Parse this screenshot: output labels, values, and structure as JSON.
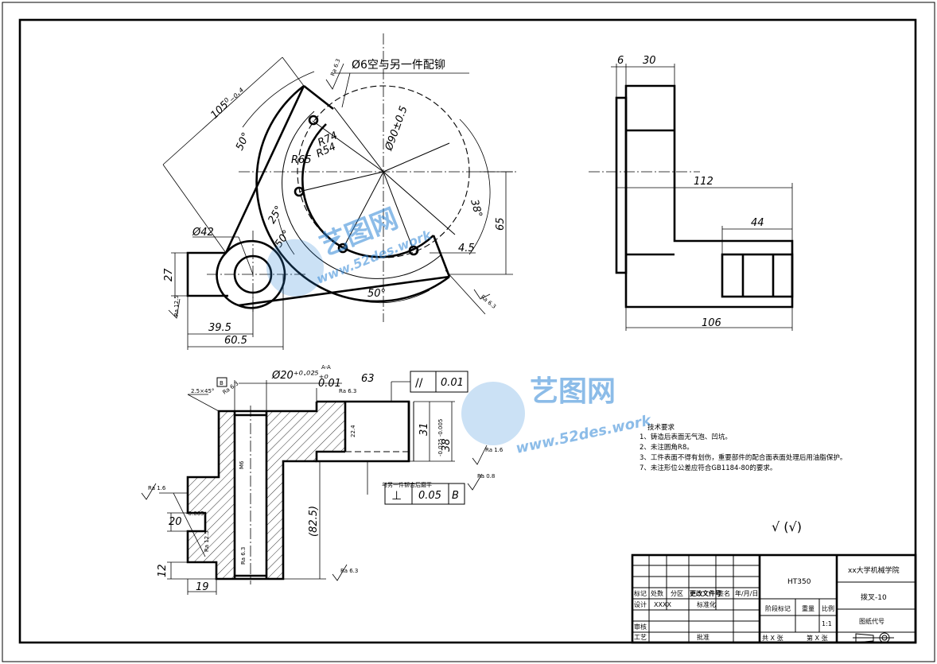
{
  "views": {
    "front": {
      "dims": {
        "d105": "105⁰₋₀.₄",
        "a50top": "50°",
        "r74": "R74",
        "r54": "R54",
        "r65": "R65",
        "phi90": "Ø90±0.5",
        "a38": "38°",
        "d65": "65",
        "phi42": "Ø42",
        "d27": "27",
        "a25": "25°",
        "a50mid": "50°",
        "a50bot": "50°",
        "d4_5": "4.5",
        "d39_5": "39.5",
        "d60_5": "60.5"
      },
      "note_pin": "Ø6空与另一件配铆",
      "ra": {
        "r1": "Ra 6.3",
        "r2": "Ra 12.5",
        "r3": "Ra 6.3"
      }
    },
    "side": {
      "dims": {
        "d6": "6",
        "d30": "30",
        "d112": "112",
        "d44": "44",
        "d106": "106"
      }
    },
    "section": {
      "dims": {
        "phi20": "Ø20⁺⁰·⁰²⁵₊₀",
        "a_a": "A-A",
        "d63": "63",
        "d31": "31",
        "d38": "38",
        "d38tol": "-0.025 -0.005",
        "d82_5": "(82.5)",
        "d20": "20",
        "d20tol": "-0.065",
        "d12": "12",
        "d19": "19",
        "d25x45": "2.5×45°",
        "d22": "22.4",
        "dm": "M6"
      },
      "datum_b": "B",
      "tol_top": {
        "sym": "//",
        "val": "0.01"
      },
      "tol_left": {
        "val": "0.01"
      },
      "tol_bottom": {
        "sym": "⊥",
        "val": "0.05",
        "datum": "B"
      },
      "note_mate": "与另一件铆合后磨平",
      "ra": {
        "s1": "Ra 6.3",
        "s2": "Ra 6.3",
        "s3": "Ra 1.6",
        "s4": "Ra 0.8",
        "s5": "Ra 1.6",
        "s6": "Ra 12.5",
        "s7": "Ra 6.3",
        "s8": "Ra 6.3"
      }
    }
  },
  "tech": {
    "title": "技术要求",
    "items": [
      "1、铸造后表面无气泡、凹坑。",
      "2、未注圆角R8。",
      "3、工件表面不得有划伤，重要部件的配合面表面处理后用油脂保护。",
      "7、未注形位公差应符合GB1184-80的要求。"
    ]
  },
  "roughness_note": "√ (√)",
  "watermark": {
    "brand": "艺图网",
    "url": "www.52des.work"
  },
  "title_block": {
    "material": "HT350",
    "school": "xx大学机械学院",
    "part": "拨叉-10",
    "drawing_no": "图纸代号",
    "scale": "1:1",
    "sheets": "共 X 张",
    "sheet": "第 X 张",
    "h_biaoji": "标记",
    "h_chushu": "处数",
    "h_fenqu": "分区",
    "h_gengai": "更改文件号",
    "h_qianming": "签名",
    "h_date": "年/月/日",
    "r_sheji": "设计",
    "r_xxxx": "XXXX",
    "r_biaozhunhua": "标准化",
    "r_jieduan": "阶段标记",
    "r_zhongliang": "重量",
    "r_bili": "比例",
    "r_shenhe": "审核",
    "r_gongyi": "工艺",
    "r_pizhun": "批准"
  }
}
